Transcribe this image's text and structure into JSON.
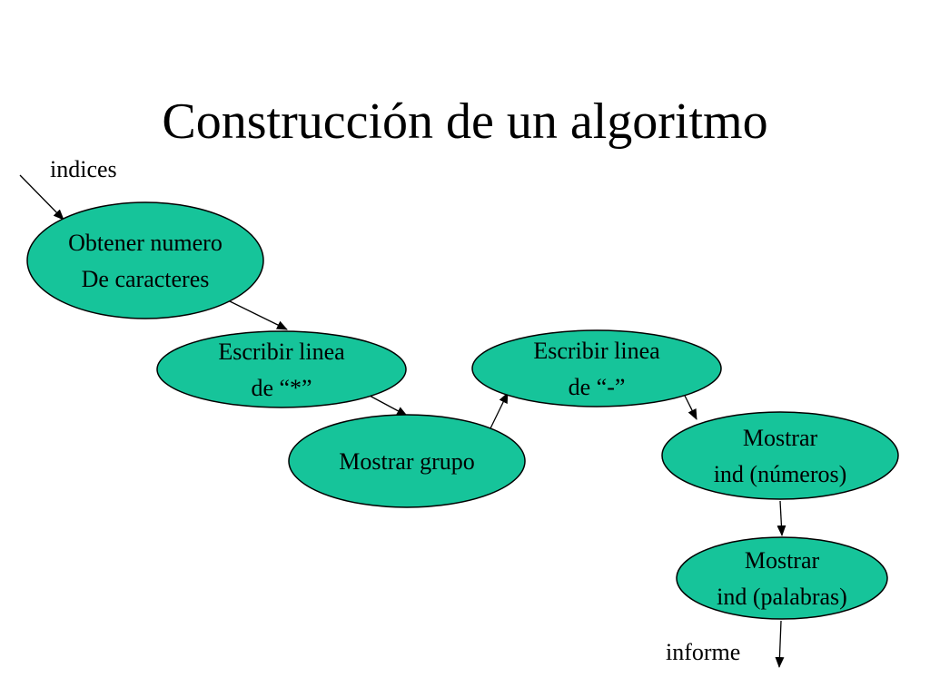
{
  "title": "Construcción de un algoritmo",
  "colors": {
    "node_fill": "#16c49a",
    "stroke": "#000000",
    "text": "#000000",
    "background": "#ffffff"
  },
  "input_label": "indices",
  "output_label": "informe",
  "nodes": [
    {
      "id": "obtener",
      "lines": [
        "Obtener numero",
        "De caracteres"
      ]
    },
    {
      "id": "escribir-asterisco",
      "lines": [
        "Escribir linea",
        "de “*”"
      ]
    },
    {
      "id": "mostrar-grupo",
      "lines": [
        "Mostrar grupo"
      ]
    },
    {
      "id": "escribir-guion",
      "lines": [
        "Escribir linea",
        "de “-”"
      ]
    },
    {
      "id": "mostrar-numeros",
      "lines": [
        "Mostrar",
        "ind (números)"
      ]
    },
    {
      "id": "mostrar-palabras",
      "lines": [
        "Mostrar",
        "ind (palabras)"
      ]
    }
  ],
  "edges": [
    {
      "from": "obtener",
      "to": "escribir-asterisco"
    },
    {
      "from": "escribir-asterisco",
      "to": "mostrar-grupo"
    },
    {
      "from": "mostrar-grupo",
      "to": "escribir-guion"
    },
    {
      "from": "escribir-guion",
      "to": "mostrar-numeros"
    },
    {
      "from": "mostrar-numeros",
      "to": "mostrar-palabras"
    }
  ]
}
